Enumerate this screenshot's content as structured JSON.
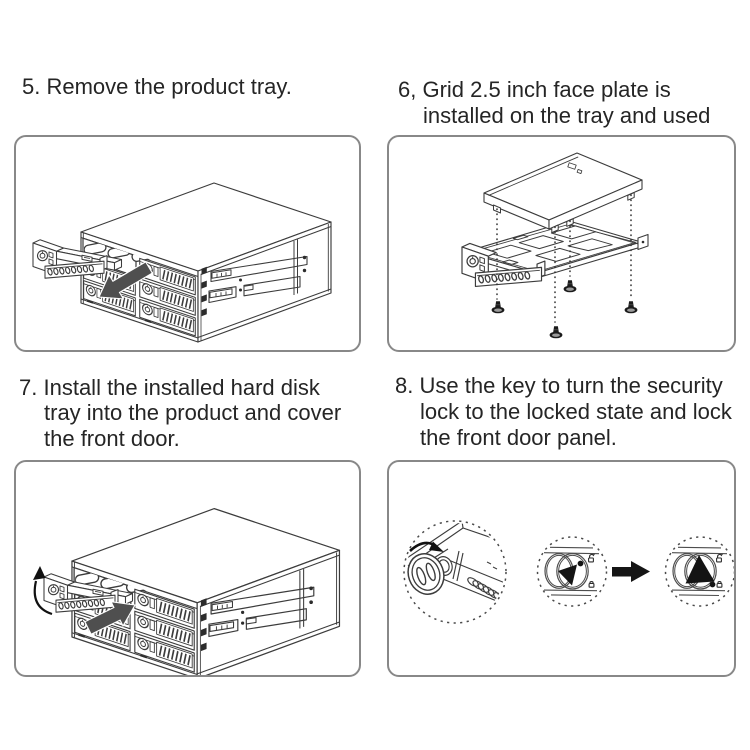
{
  "page": {
    "background": "#ffffff",
    "text_color": "#252525",
    "panel_border_color": "#888888",
    "ink_color": "#3c3c3c",
    "arrow_fill": "#4f4f4f",
    "black": "#161616"
  },
  "steps": [
    {
      "id": "step-5",
      "number": "5.",
      "lines": [
        "Remove the product tray."
      ],
      "illustration": "drive-cage-with-tray-removed"
    },
    {
      "id": "step-6",
      "number": "6,",
      "lines": [
        "Grid 2.5 inch face plate is",
        "installed on the tray and used"
      ],
      "illustration": "exploded-view-drive-tray-screws"
    },
    {
      "id": "step-7",
      "number": "7.",
      "lines": [
        "Install the installed hard disk",
        "tray into the product and cover",
        "the front door."
      ],
      "illustration": "drive-cage-with-tray-inserted"
    },
    {
      "id": "step-8",
      "number": "8.",
      "lines": [
        "Use the key to turn the security",
        "lock to the locked state and lock",
        "the front door panel."
      ],
      "illustration": "key-turning-security-lock"
    }
  ],
  "icons": {
    "remove_arrow": "arrow-pull-out-icon",
    "insert_arrow": "arrow-push-in-icon",
    "rotate_arrow": "rotate-handle-arrow-icon",
    "turn_key_arrow": "turn-key-arrow-icon",
    "lock_state_arrow": "lock-state-transition-arrow-icon",
    "unlocked_dial": "lock-dial-unlocked-icon",
    "locked_dial": "lock-dial-locked-icon",
    "padlock_open": "padlock-open-icon",
    "padlock_closed": "padlock-closed-icon",
    "key": "security-key-icon",
    "screw": "countersunk-screw-icon"
  }
}
